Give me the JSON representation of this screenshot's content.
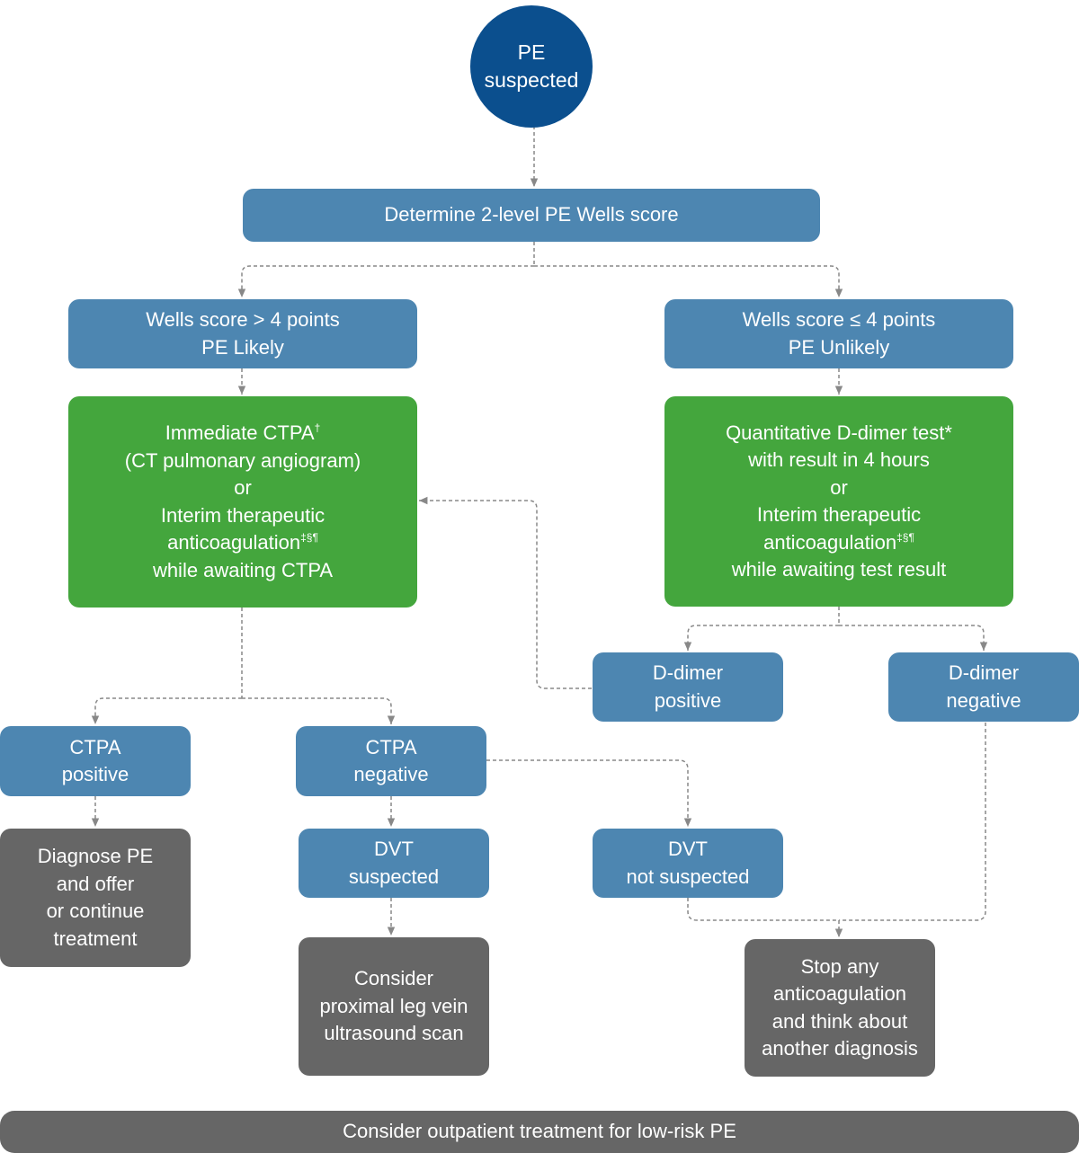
{
  "colors": {
    "start": "#0b4f8e",
    "decision": "#4d86b1",
    "action": "#44a63d",
    "outcome": "#666666",
    "connector": "#888888"
  },
  "nodes": {
    "start": {
      "lines": [
        "PE",
        "suspected"
      ]
    },
    "wells": {
      "lines": [
        "Determine 2-level PE Wells score"
      ]
    },
    "likely": {
      "lines": [
        "Wells score > 4 points",
        "PE Likely"
      ]
    },
    "unlikely": {
      "lines": [
        "Wells score ≤ 4 points",
        "PE Unlikely"
      ]
    },
    "ctpa_action": {
      "line1": "Immediate CTPA",
      "line1_sup": "†",
      "line2": "(CT pulmonary angiogram)",
      "line3": "or",
      "line4": "Interim therapeutic",
      "line5": "anticoagulation",
      "line5_sup": "‡§¶",
      "line6": "while awaiting CTPA"
    },
    "ddimer_action": {
      "line1": "Quantitative D-dimer test*",
      "line2": "with result in 4 hours",
      "line3": "or",
      "line4": "Interim therapeutic",
      "line5": "anticoagulation",
      "line5_sup": "‡§¶",
      "line6": "while awaiting test result"
    },
    "ddimer_pos": {
      "lines": [
        "D-dimer",
        "positive"
      ]
    },
    "ddimer_neg": {
      "lines": [
        "D-dimer",
        "negative"
      ]
    },
    "ctpa_pos": {
      "lines": [
        "CTPA",
        "positive"
      ]
    },
    "ctpa_neg": {
      "lines": [
        "CTPA",
        "negative"
      ]
    },
    "diagnose": {
      "lines": [
        "Diagnose PE",
        "and offer",
        "or continue",
        "treatment"
      ]
    },
    "dvt_susp": {
      "lines": [
        "DVT",
        "suspected"
      ]
    },
    "dvt_not": {
      "lines": [
        "DVT",
        "not suspected"
      ]
    },
    "ultrasound": {
      "lines": [
        "Consider",
        "proximal leg vein",
        "ultrasound scan"
      ]
    },
    "stop": {
      "lines": [
        "Stop any",
        "anticoagulation",
        "and think about",
        "another diagnosis"
      ]
    },
    "footer": {
      "lines": [
        "Consider outpatient treatment for low-risk PE"
      ]
    }
  }
}
